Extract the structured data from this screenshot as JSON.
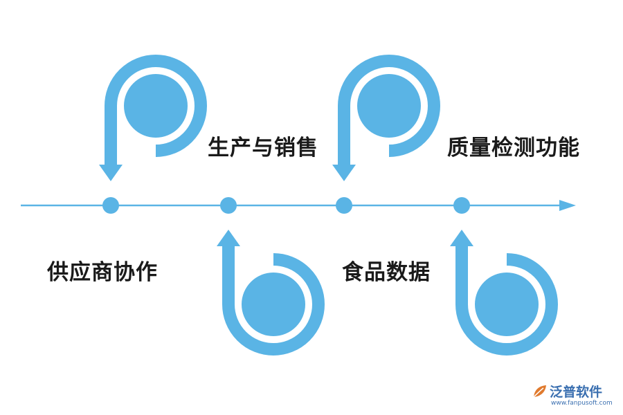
{
  "colors": {
    "accent": "#5ab4e5",
    "text": "#1a1a1a",
    "logo": "#3a6fb0"
  },
  "steps": [
    {
      "label": "供应商协作",
      "loop": "upper"
    },
    {
      "label": "生产与销售",
      "loop": "lower"
    },
    {
      "label": "食品数据",
      "loop": "upper"
    },
    {
      "label": "质量检测功能",
      "loop": "lower"
    }
  ],
  "logo": {
    "name": "泛普软件",
    "url": "www.fanpusoft.com",
    "icon": "leaf-logo-icon"
  }
}
